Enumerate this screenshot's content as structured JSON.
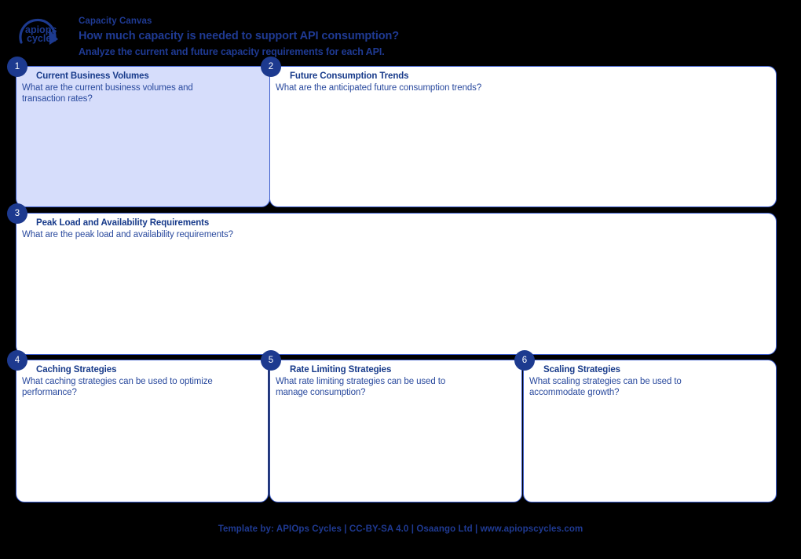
{
  "header": {
    "logo_icon": "apiops-cycles-circular-arrow-logo",
    "logo_text_line1": "apiops",
    "logo_text_line2": "cycles",
    "title": "Capacity Canvas",
    "question": "How much capacity is needed to support API consumption?",
    "subtitle": "Analyze the current and future capacity requirements for each API."
  },
  "colors": {
    "page_background": "#000000",
    "brand_blue": "#1f3a93",
    "badge_navy": "#1d3a8f",
    "box_border": "#3b5ccc",
    "box_fill_highlight": "#d6ddfb",
    "box_fill_default": "#ffffff",
    "title_text": "#173a8a",
    "body_text": "#2a4a9e"
  },
  "boxes": [
    {
      "number": "1",
      "title": "Current Business Volumes",
      "description": "What are the current business volumes and\ntransaction rates?",
      "filled": true
    },
    {
      "number": "2",
      "title": "Future Consumption Trends",
      "description": "What are the anticipated future consumption trends?",
      "filled": false
    },
    {
      "number": "3",
      "title": "Peak Load and Availability Requirements",
      "description": "What are the peak load and availability requirements?",
      "filled": false
    },
    {
      "number": "4",
      "title": "Caching Strategies",
      "description": "What caching strategies can be used to optimize\nperformance?",
      "filled": false
    },
    {
      "number": "5",
      "title": "Rate Limiting Strategies",
      "description": "What rate limiting strategies can be used to\nmanage consumption?",
      "filled": false
    },
    {
      "number": "6",
      "title": "Scaling Strategies",
      "description": "What scaling strategies can be used to\naccommodate growth?",
      "filled": false
    }
  ],
  "footer": {
    "text": "Template by: APIOps Cycles | CC-BY-SA 4.0 | Osaango Ltd | www.apiopscycles.com"
  }
}
